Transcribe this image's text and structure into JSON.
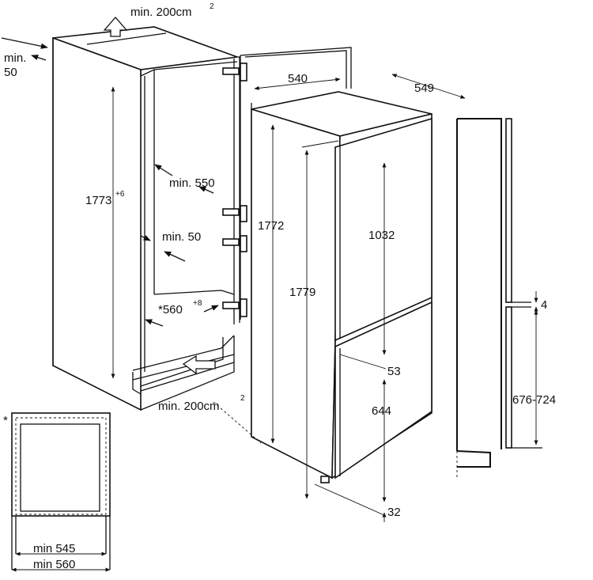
{
  "labels": {
    "top_vent": "min. 200cm",
    "top_vent_sup": "2",
    "top_gap_a": "min.",
    "top_gap_b": "50",
    "niche_height": "1773",
    "niche_height_sup": "+6",
    "niche_depth": "min. 550",
    "side_gap": "min. 50",
    "niche_width": "*560",
    "niche_width_sup": "+8",
    "bottom_vent": "min. 200cm",
    "bottom_vent_sup": "2",
    "width_540": "540",
    "depth_549": "549",
    "body_height": "1772",
    "total_height": "1779",
    "upper_door": "1032",
    "door_gap": "53",
    "lower_door": "644",
    "bottom_offset": "32",
    "side_gap_small": "4",
    "side_range": "676-724",
    "asterisk": "*",
    "min_545": "min 545",
    "min_560": "min 560"
  }
}
